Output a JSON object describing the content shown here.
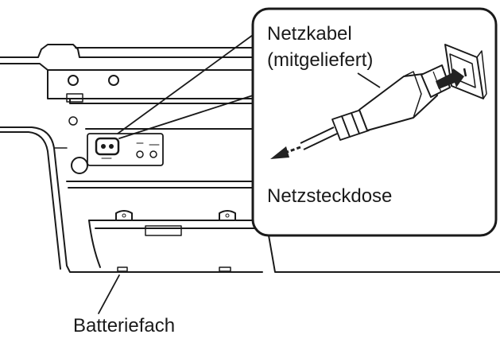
{
  "labels": {
    "power_cable_line1": "Netzkabel",
    "power_cable_line2": "(mitgeliefert)",
    "wall_outlet": "Netzsteckdose",
    "battery_compartment": "Batteriefach"
  },
  "colors": {
    "line": "#1a1a1a",
    "gray": "#555555",
    "light": "#bdbdbd",
    "background": "#ffffff"
  }
}
